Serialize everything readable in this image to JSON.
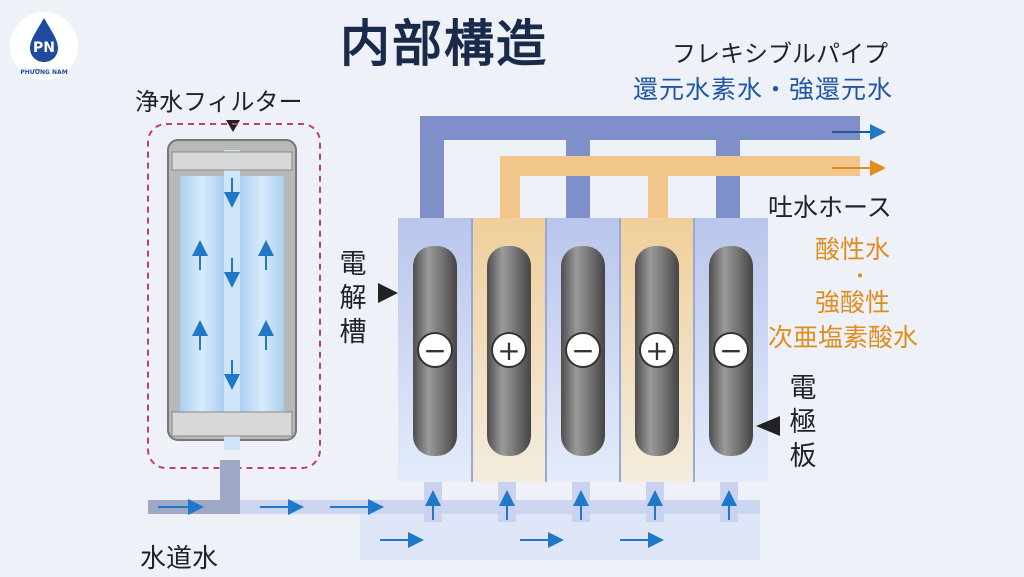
{
  "title": "内部構造",
  "logo": {
    "text": "PN",
    "subtext": "PHƯƠNG NAM",
    "color": "#1f4aa0"
  },
  "labels": {
    "flexible_pipe": "フレキシブルパイプ",
    "reduced_water": "還元水素水・強還元水",
    "filter": "浄水フィルター",
    "discharge_hose": "吐水ホース",
    "acid_water": "酸性水",
    "acid_dot": "・",
    "strong_acid": "強酸性",
    "hypochlorous": "次亜塩素酸水",
    "electrolysis_cell": [
      "電",
      "解",
      "槽"
    ],
    "electrode_plate": [
      "電",
      "極",
      "板"
    ],
    "tap_water": "水道水"
  },
  "electrodes": [
    {
      "symbol": "−",
      "chamber": "alkaline"
    },
    {
      "symbol": "+",
      "chamber": "acid"
    },
    {
      "symbol": "−",
      "chamber": "alkaline"
    },
    {
      "symbol": "+",
      "chamber": "acid"
    },
    {
      "symbol": "−",
      "chamber": "alkaline"
    }
  ],
  "colors": {
    "alkaline_pipe": "#7f8fca",
    "acid_pipe": "#f2c68a",
    "alkaline_chamber": "#c9d3ef",
    "acid_chamber": "#f5dcb4",
    "electrode": "#6f6f6f",
    "water": "#bfdcf4",
    "flow_arrow": "#1f78c8",
    "reduced_text": "#1f57a5",
    "acid_text": "#e08d1f",
    "dashed_border": "#c2406a"
  }
}
